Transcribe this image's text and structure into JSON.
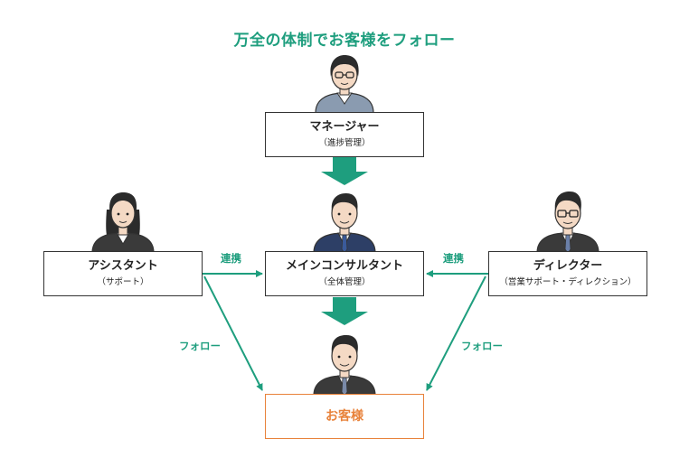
{
  "title": "万全の体制でお客様をフォロー",
  "colors": {
    "accent_green": "#1e9e7e",
    "customer_orange": "#e8823a",
    "border": "#333333"
  },
  "nodes": {
    "manager": {
      "role": "マネージャー",
      "sub": "（進捗管理）"
    },
    "main_consultant": {
      "role": "メインコンサルタント",
      "sub": "（全体管理）"
    },
    "assistant": {
      "role": "アシスタント",
      "sub": "（サポート）"
    },
    "director": {
      "role": "ディレクター",
      "sub": "（営業サポート・ディレクション）"
    },
    "customer": {
      "role": "お客様"
    }
  },
  "edges": {
    "assistant_to_main": "連携",
    "director_to_main": "連携",
    "assistant_to_customer": "フォロー",
    "director_to_customer": "フォロー"
  }
}
